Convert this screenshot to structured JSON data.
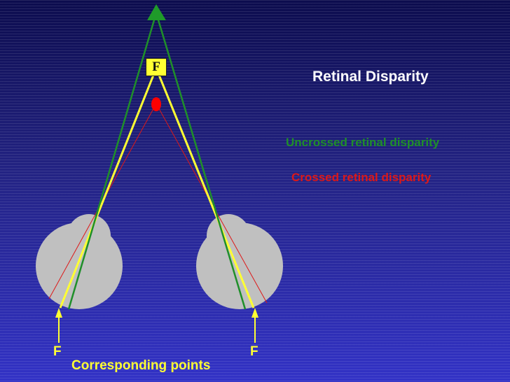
{
  "slide": {
    "title": "Retinal Disparity",
    "legend": {
      "uncrossed": "Uncrossed retinal disparity",
      "crossed": "Crossed retinal disparity"
    },
    "fixation_label": "F",
    "corresponding_points": {
      "left_label": "F",
      "right_label": "F",
      "caption": "Corresponding points"
    }
  },
  "colors": {
    "uncrossed_lines": "#1f8f2a",
    "crossed_lines": "#dd1818",
    "fixation_lines": "#ffff33",
    "eyes": "#c0c0c0",
    "near_point": "#ff0000",
    "title_text": "#ffffff"
  },
  "icons": {
    "far_target": "triangle-up",
    "near_target": "ellipse",
    "corresponding_point_markers": "arrow-up"
  }
}
